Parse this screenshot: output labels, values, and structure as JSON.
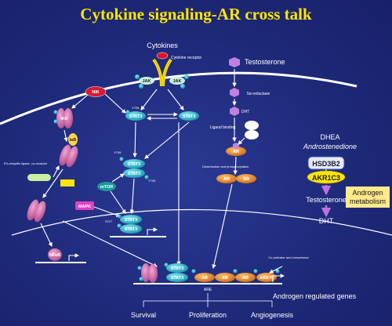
{
  "title": "Cytokine signaling-AR cross talk",
  "labels": {
    "cytokines": "Cytokines",
    "cytokine_receptor": "Cytokine receptor",
    "testosterone_top": "Testosterone",
    "five_alpha_reductase": "5α-reductase",
    "dht": "DHT",
    "ligand_binding": "Ligand binding",
    "dimerization": "Dimerization and phosphorylation",
    "e3_ubiquitin": "E3-ubiquitin ligase, co-receptor",
    "dhea": "DHEA",
    "androstenedione": "Androstenedione",
    "testosterone_right": "Testosterone",
    "dht_right": "DHT",
    "androgen_metabolism": "Androgen metabolism",
    "coactivator": "Co-activator and corepressor",
    "are": "ARE",
    "androgen_regulated_genes": "Androgen regulated genes"
  },
  "nodes": {
    "jak_left": "JAK",
    "jak_right": "JAK",
    "nik": "NIK",
    "stat3_a": "STAT3",
    "stat3_b": "STAT3",
    "stat3_c": "STAT3",
    "stat3_d": "STAT3",
    "stat3_e": "STAT3",
    "stat3_f": "STAT3",
    "stat3_g": "STAT3",
    "stat3_h": "STAT3",
    "mtor": "mTOR",
    "mapk": "MAPK",
    "ar_a": "AR",
    "ar_b": "AR",
    "ar_c": "AR",
    "ar_d": "AR",
    "ar_e": "AR",
    "ar_f": "AR",
    "hsd3b2": "HSD3B2",
    "akr1c3": "AKR1C3",
    "ikk": "IKK",
    "nfkb": "NFκB",
    "arat": "ARA70",
    "y705_a": "Y705",
    "y705_b": "Y705",
    "y705_c": "Y705",
    "s727": "S727",
    "ikb": "IκB"
  },
  "outcomes": [
    "Survival",
    "Proliferation",
    "Angiogenesis"
  ],
  "colors": {
    "background": "#1d2877",
    "title": "#ffe600",
    "stat3": "#22b3c9",
    "ar": "#f08a1e",
    "nik": "#d61b35",
    "pink_protein": "#d060a0",
    "mapk": "#e040c0",
    "mtor": "#1a9a9a",
    "hsd3b2": "#e7eaf6",
    "akr1c3": "#ffe600",
    "androgen_metabolism_box": "#ffe98a",
    "purple_arrow": "#c070e0"
  }
}
